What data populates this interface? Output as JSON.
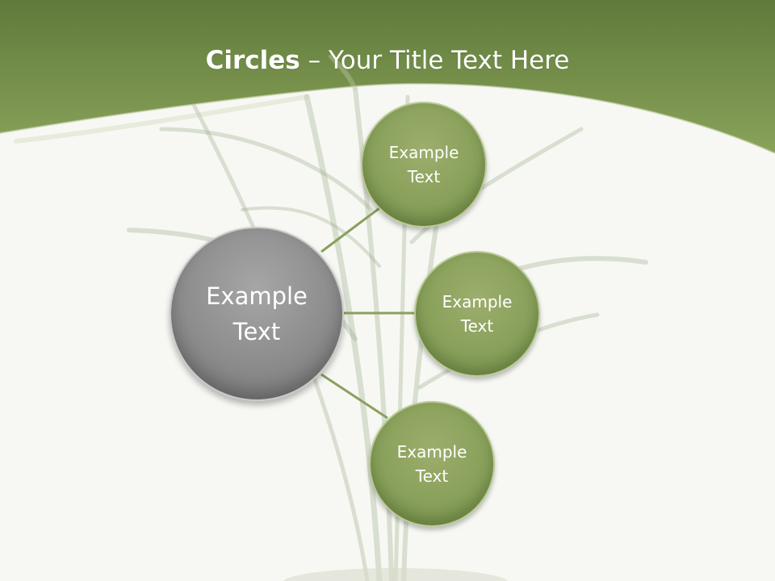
{
  "title": {
    "bold": "Circles",
    "rest": " – Your Title Text Here"
  },
  "center_node": {
    "line1": "Example",
    "line2": "Text"
  },
  "nodes": [
    {
      "line1": "Example",
      "line2": "Text"
    },
    {
      "line1": "Example",
      "line2": "Text"
    },
    {
      "line1": "Example",
      "line2": "Text"
    }
  ],
  "colors": {
    "header_green": "#6d8a45",
    "node_green": "#88a05a",
    "center_gray": "#8c8c8c",
    "connector": "#8aa05c"
  }
}
